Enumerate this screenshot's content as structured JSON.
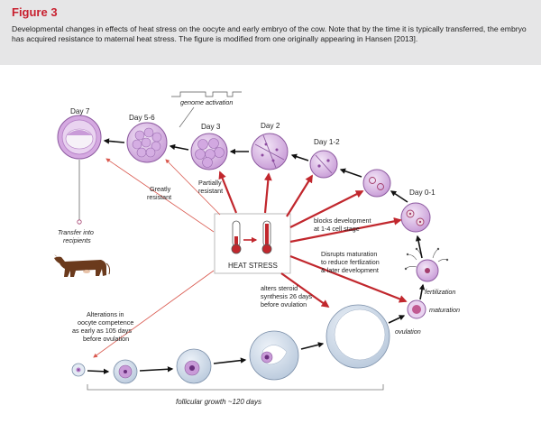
{
  "header": {
    "figure_label": "Figure 3",
    "caption": "Developmental changes in effects of heat stress on the oocyte and early embryo of the cow. Note that by the time it is typically transferred, the embryo has acquired resistance to maternal heat stress. The figure is modified from one originally appearing in Hansen [2013]."
  },
  "diagram": {
    "center_label": "HEAT STRESS",
    "genome_activation": "genome activation",
    "days": {
      "day7": "Day 7",
      "day56": "Day 5-6",
      "day3": "Day 3",
      "day2": "Day 2",
      "day12": "Day 1-2",
      "day01": "Day 0-1"
    },
    "effects": {
      "greatly_1": "Greatly",
      "greatly_2": "resistant",
      "partially_1": "Partially",
      "partially_2": "resistant",
      "blocks_1": "blocks development",
      "blocks_2": "at 1-4 cell stage",
      "disrupts_1": "Disrupts maturation",
      "disrupts_2": "to reduce fertlization",
      "disrupts_3": "& later development",
      "steroid_1": "alters steroid",
      "steroid_2": "synthesis 26 days",
      "steroid_3": "before ovulation",
      "oocyte_1": "Alterations in",
      "oocyte_2": "oocyte competence",
      "oocyte_3": "as early as 105 days",
      "oocyte_4": "before ovulation"
    },
    "transfer_1": "Transfer into",
    "transfer_2": "recipients",
    "fertilization": "fertilization",
    "maturation": "maturation",
    "ovulation": "ovulation",
    "follicular_growth": "follicular growth  ~120 days"
  },
  "colors": {
    "accent_red": "#c8202f",
    "arrow_red": "#c1272d",
    "cell_purple": "#b57ec8",
    "follicle_blue": "#cfdae8",
    "header_bg": "#e6e6e7"
  }
}
